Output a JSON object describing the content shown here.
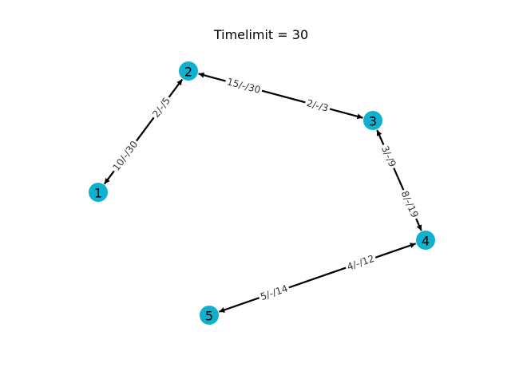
{
  "title": "Timelimit = 30",
  "colors": {
    "node": "#0fb1cf",
    "edge": "#000000",
    "label_bg": "#ffffff"
  },
  "graph": {
    "nodes": [
      {
        "id": "1",
        "label": "1"
      },
      {
        "id": "2",
        "label": "2"
      },
      {
        "id": "3",
        "label": "3"
      },
      {
        "id": "4",
        "label": "4"
      },
      {
        "id": "5",
        "label": "5"
      }
    ],
    "edges": [
      {
        "from": "1",
        "to": "2",
        "label_near_to": "2/-/5",
        "label_near_from": "10/-/30"
      },
      {
        "from": "3",
        "to": "2",
        "label_near_to": "15/-/30",
        "label_near_from": "2/-/3"
      },
      {
        "from": "3",
        "to": "4",
        "label_near_to": "8/-/19",
        "label_near_from": "3/-/9"
      },
      {
        "from": "5",
        "to": "4",
        "label_near_to": "4/-/12",
        "label_near_from": "5/-/14"
      }
    ]
  }
}
